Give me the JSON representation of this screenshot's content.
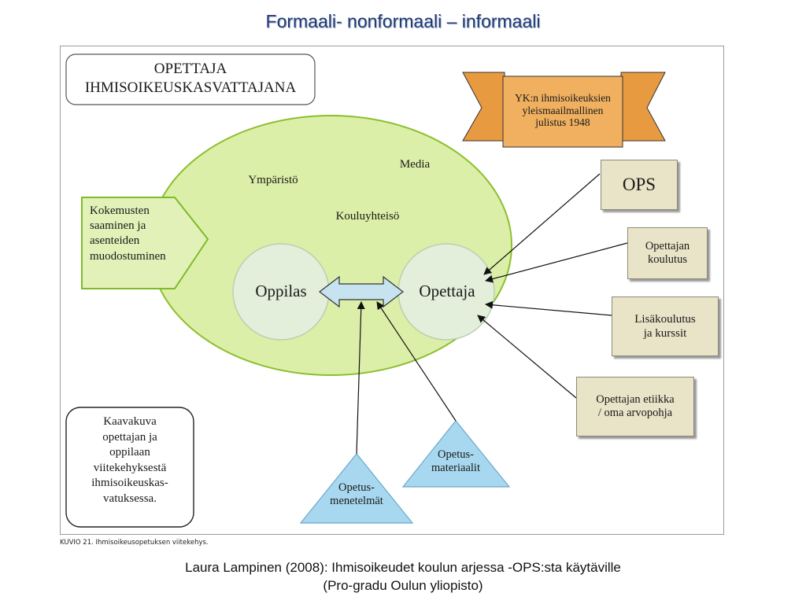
{
  "slide_title": "Formaali- nonformaali – informaali",
  "diagram": {
    "heading_line1": "OPETTAJA",
    "heading_line2": "IHMISOIKEUSKASVATTAJANA",
    "banner_line1": "YK:n ihmisoikeuksien",
    "banner_line2": "yleismaailmallinen",
    "banner_line3": "julistus 1948",
    "media": "Media",
    "ymparisto": "Ympäristö",
    "kouluyhteiso": "Kouluyhteisö",
    "oppilas": "Oppilas",
    "opettaja": "Opettaja",
    "kokemusten_line1": "Kokemusten",
    "kokemusten_line2": "saaminen ja",
    "kokemusten_line3": "asenteiden",
    "kokemusten_line4": "muodostuminen",
    "ops": "OPS",
    "koulutus_line1": "Opettajan",
    "koulutus_line2": "koulutus",
    "lisakoulutus_line1": "Lisäkoulutus",
    "lisakoulutus_line2": "ja kurssit",
    "etiikka_line1": "Opettajan etiikka",
    "etiikka_line2": "/ oma arvopohja",
    "materiaalit_line1": "Opetus-",
    "materiaalit_line2": "materiaalit",
    "menetelmat_line1": "Opetus-",
    "menetelmat_line2": "menetelmät",
    "kaavakuva_line1": "Kaavakuva",
    "kaavakuva_line2": "opettajan ja",
    "kaavakuva_line3": "oppilaan",
    "kaavakuva_line4": "viitekehyksestä",
    "kaavakuva_line5": "ihmisoikeuskas-",
    "kaavakuva_line6": "vatuksessa."
  },
  "caption": "KUVIO 21. Ihmisoikeusopetuksen viitekehys.",
  "source_line1": "Laura Lampinen (2008): Ihmisoikeudet koulun arjessa -OPS:sta käytäville",
  "source_line2": "(Pro-gradu Oulun yliopisto)",
  "colors": {
    "title": "#1f3870",
    "ellipse_fill": "#dcefa8",
    "ellipse_stroke": "#8cbf2e",
    "circle_fill": "#e3efdb",
    "arrow_fill": "#c6e3ef",
    "banner_fill": "#f0b060",
    "tan_box": "#e9e3c8",
    "triangle_fill": "#a8d8ef"
  }
}
